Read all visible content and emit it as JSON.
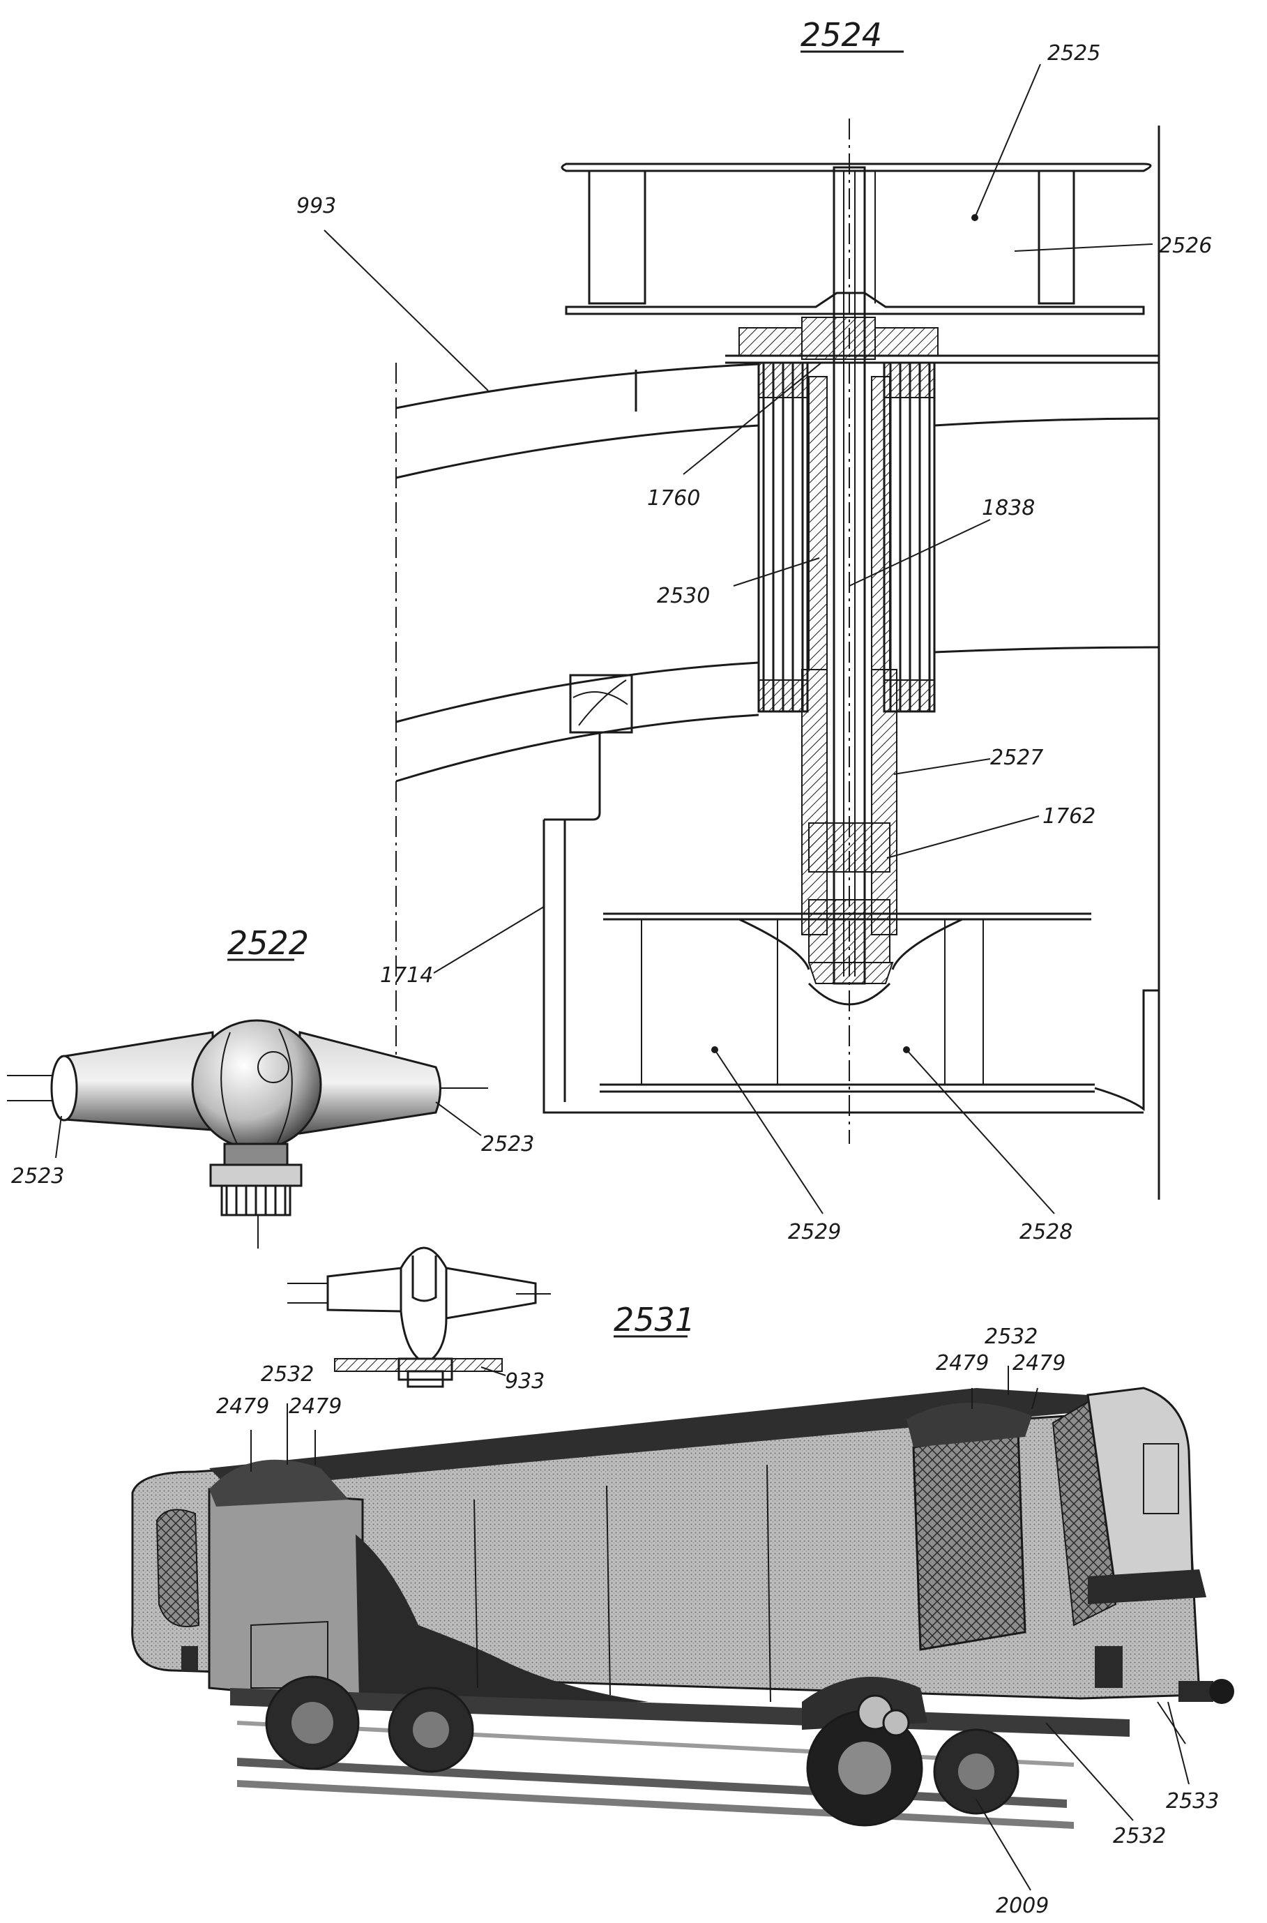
{
  "figures": {
    "fig_2524": "2524",
    "fig_2522": "2522",
    "fig_2531": "2531"
  },
  "callouts": {
    "c2525": "2525",
    "c993": "993",
    "c2526": "2526",
    "c1760": "1760",
    "c1838": "1838",
    "c2530": "2530",
    "c2527": "2527",
    "c1762": "1762",
    "c1714": "1714",
    "c2529": "2529",
    "c2528": "2528",
    "c2523_left": "2523",
    "c2523_right": "2523",
    "c933": "933",
    "c2532_top_right": "2532",
    "c2479_r1": "2479",
    "c2479_r2": "2479",
    "c2532_top_left": "2532",
    "c2479_l1": "2479",
    "c2479_l2": "2479",
    "c2533": "2533",
    "c2532_bottom": "2532",
    "c2009": "2009"
  },
  "colors": {
    "ink": "#1a1a1a",
    "paper": "#ffffff",
    "wagon_body": "#b8b8b8",
    "wagon_dark": "#3a3a3a"
  }
}
